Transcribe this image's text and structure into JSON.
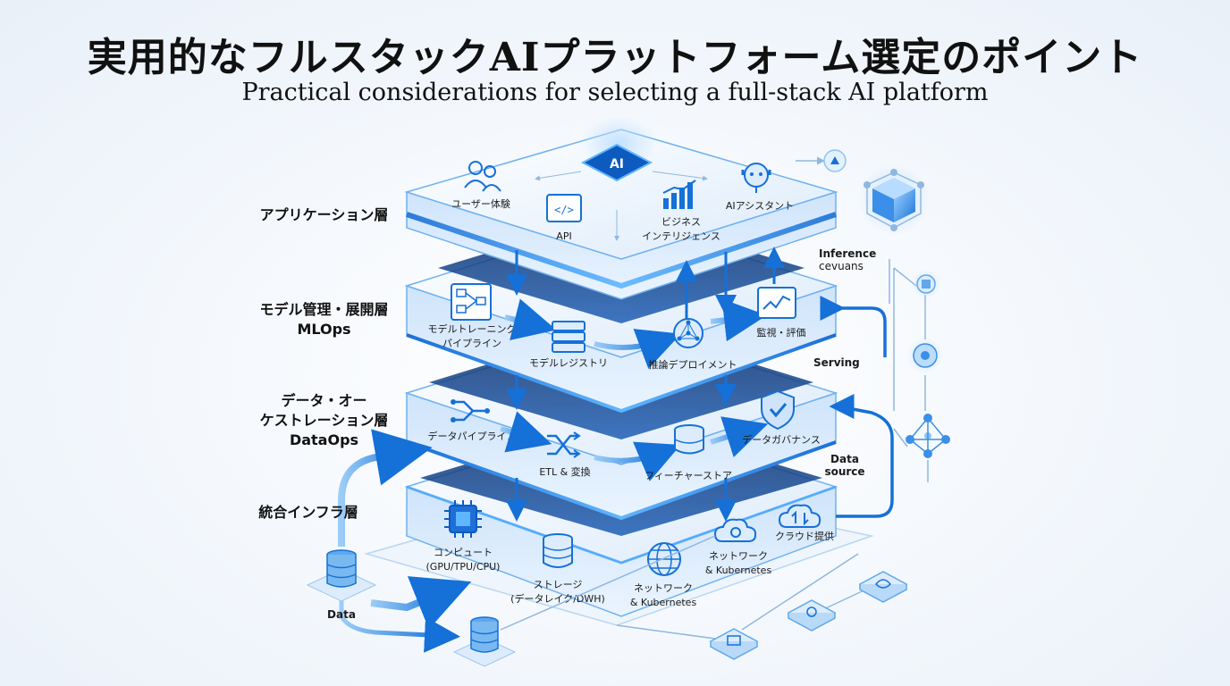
{
  "title": "実用的なフルスタックAIプラットフォーム選定のポイント",
  "subtitle": "Practical considerations for selecting a full-stack AI platform",
  "layers": {
    "application": {
      "label": "アプリケーション層",
      "items": {
        "user_experience": "ユーザー体験",
        "api": "API",
        "bi_line1": "ビジネス",
        "bi_line2": "インテリジェンス",
        "ai_assistant": "AIアシスタント",
        "ai_badge": "AI"
      }
    },
    "mlops": {
      "label_line1": "モデル管理・展開層",
      "label_line2": "MLOps",
      "items": {
        "training_line1": "モデルトレーニング",
        "training_line2": "パイプライン",
        "registry": "モデルレジストリ",
        "inference": "推論デプロイメント",
        "monitoring": "監視・評価"
      }
    },
    "dataops": {
      "label_line1": "データ・オー",
      "label_line2": "ケストレーション層",
      "label_line3": "DataOps",
      "items": {
        "pipeline": "データパイプライン",
        "etl": "ETL & 変換",
        "feature_store": "フィーチャーストア",
        "governance": "データガバナンス"
      }
    },
    "infra": {
      "label": "統合インフラ層",
      "items": {
        "compute_line1": "コンピュート",
        "compute_line2": "(GPU/TPU/CPU)",
        "storage_line1": "ストレージ",
        "storage_line2": "(データレイク/DWH)",
        "network1_line1": "ネットワーク",
        "network1_line2": "& Kubernetes",
        "network2_line1": "ネットワーク",
        "network2_line2": "& Kubernetes",
        "cloud": "クラウド提供"
      }
    }
  },
  "side_labels": {
    "inference_line1": "Inference",
    "inference_line2": "cevuans",
    "serving": "Serving",
    "data_source_line1": "Data",
    "data_source_line2": "source",
    "data": "Data"
  },
  "colors": {
    "accent": "#1e88e5",
    "accent_dark": "#0d5bbf",
    "panel": "#eaf3fd",
    "edge_glow": "#4aa8ff"
  }
}
